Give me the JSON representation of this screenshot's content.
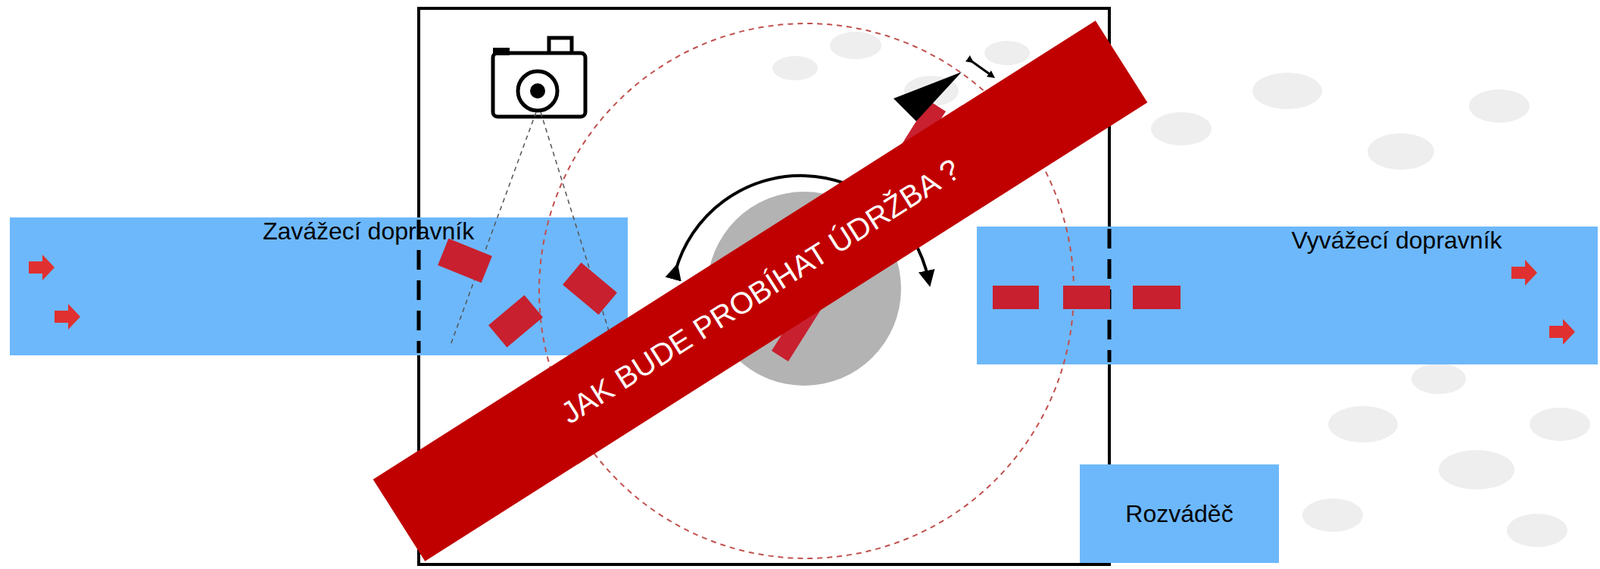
{
  "diagram": {
    "nodes": [
      {
        "text": [
          "Zavážecí dopravník"
        ]
      },
      {
        "text": [
          "JAK BUDE PROBÍHAT ÚDRŽBA ?"
        ]
      },
      {
        "text": [
          "Vyvážecí dopravník"
        ]
      },
      {
        "text": [
          "Rozváděč"
        ]
      }
    ]
  }
}
